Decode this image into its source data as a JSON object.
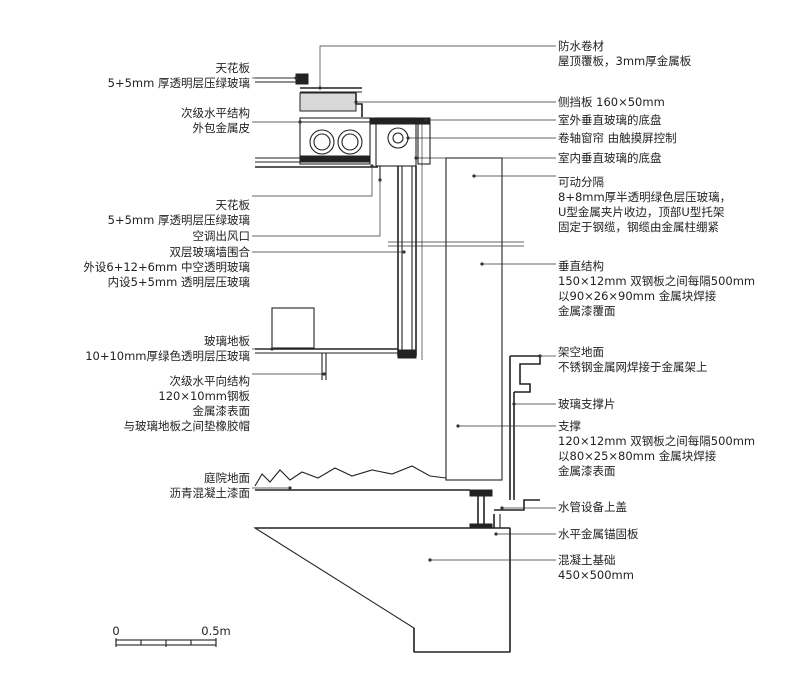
{
  "labels_left": [
    {
      "id": "ceiling-top",
      "lines": [
        "天花板",
        "5+5mm 厚透明层压绿玻璃"
      ]
    },
    {
      "id": "secondary-horizontal",
      "lines": [
        "次级水平结构",
        "外包金属皮"
      ]
    },
    {
      "id": "ceiling-mid",
      "lines": [
        "天花板",
        "5+5mm 厚透明层压绿玻璃"
      ]
    },
    {
      "id": "ac-vent",
      "lines": [
        "空调出风口"
      ]
    },
    {
      "id": "double-glass-wall",
      "lines": [
        "双层玻璃墙围合",
        "外设6+12+6mm 中空透明玻璃",
        "内设5+5mm 透明层压玻璃"
      ]
    },
    {
      "id": "glass-floor",
      "lines": [
        "玻璃地板",
        "10+10mm厚绿色透明层压玻璃"
      ]
    },
    {
      "id": "secondary-horizontal-2",
      "lines": [
        "次级水平向结构",
        "120×10mm钢板",
        "金属漆表面",
        "与玻璃地板之间垫橡胶帽"
      ]
    },
    {
      "id": "courtyard-ground",
      "lines": [
        "庭院地面",
        "沥青混凝土漆面"
      ]
    }
  ],
  "labels_right": [
    {
      "id": "waterproof",
      "lines": [
        "防水卷材",
        "屋顶覆板，3mm厚金属板"
      ]
    },
    {
      "id": "side-board",
      "lines": [
        "侧挡板 160×50mm"
      ]
    },
    {
      "id": "outer-glass-base",
      "lines": [
        "室外垂直玻璃的底盘"
      ]
    },
    {
      "id": "roller-blind",
      "lines": [
        "卷轴窗帘 由触摸屏控制"
      ]
    },
    {
      "id": "inner-glass-base",
      "lines": [
        "室内垂直玻璃的底盘"
      ]
    },
    {
      "id": "movable-partition",
      "lines": [
        "可动分隔",
        "8+8mm厚半透明绿色层压玻璃，",
        "U型金属夹片收边，顶部U型托架",
        "固定于钢缆，钢缆由金属柱绷紧"
      ]
    },
    {
      "id": "vertical-structure",
      "lines": [
        "垂直结构",
        "150×12mm 双钢板之间每隔500mm",
        "以90×26×90mm 金属块焊接",
        "金属漆覆面"
      ]
    },
    {
      "id": "raised-floor",
      "lines": [
        "架空地面",
        "不锈钢金属网焊接于金属架上"
      ]
    },
    {
      "id": "glass-support",
      "lines": [
        "玻璃支撑片"
      ]
    },
    {
      "id": "support",
      "lines": [
        "支撑",
        "120×12mm 双钢板之间每隔500mm",
        "以80×25×80mm 金属块焊接",
        "金属漆表面"
      ]
    },
    {
      "id": "pipe-cover",
      "lines": [
        "水管设备上盖"
      ]
    },
    {
      "id": "anchor-plate",
      "lines": [
        "水平金属锚固板"
      ]
    },
    {
      "id": "concrete-footing",
      "lines": [
        "混凝土基础",
        "450×500mm"
      ]
    }
  ],
  "scale_bar": {
    "start_label": "0",
    "end_label": "0.5m"
  }
}
